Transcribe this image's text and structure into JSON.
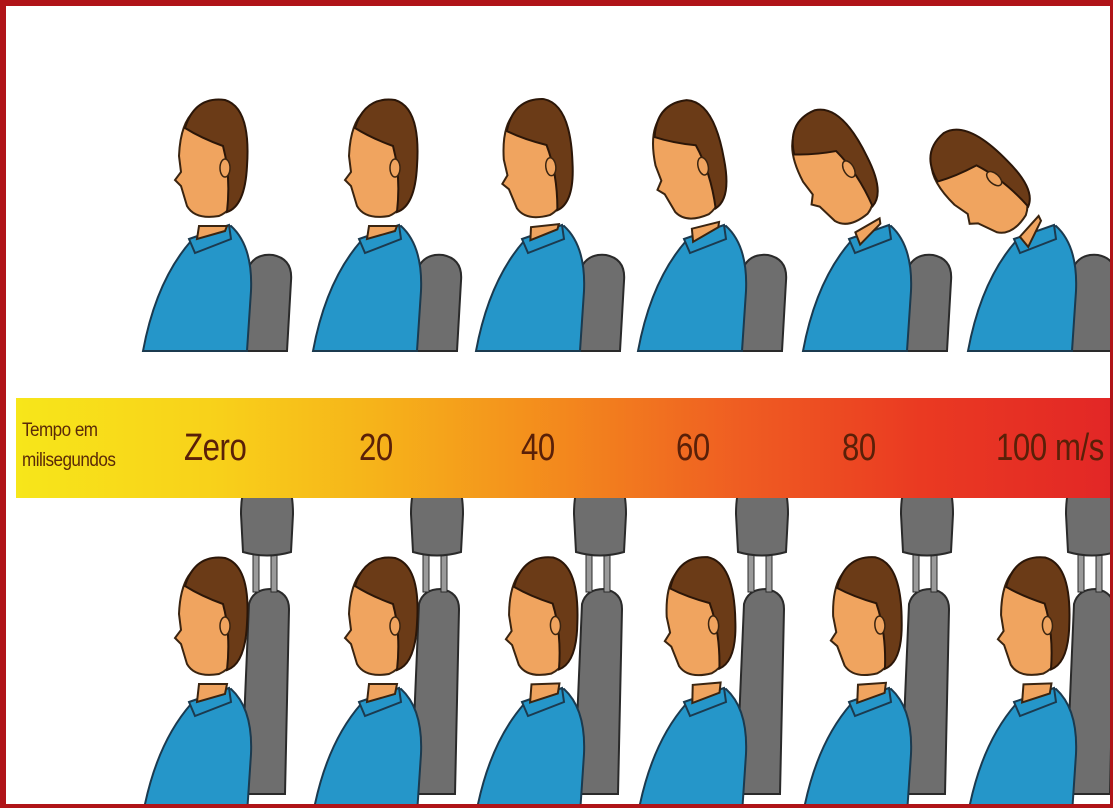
{
  "timeline": {
    "label_line1": "Tempo em",
    "label_line2": "milisegundos",
    "ticks": [
      "Zero",
      "20",
      "40",
      "60",
      "80",
      "100 m/s"
    ],
    "gradient_start": "#f7e61a",
    "gradient_end": "#e22626"
  },
  "rows": [
    {
      "headrest": false,
      "head_tilt_deg": [
        0,
        0,
        -6,
        -14,
        -30,
        -48
      ]
    },
    {
      "headrest": true,
      "head_tilt_deg": [
        0,
        0,
        -2,
        -5,
        -4,
        -2
      ]
    }
  ],
  "colors": {
    "frame": "#b01418",
    "shirt": "#2596c9",
    "skin": "#f0a45f",
    "hair": "#6b3b17",
    "seat": "#6e6e6e"
  }
}
